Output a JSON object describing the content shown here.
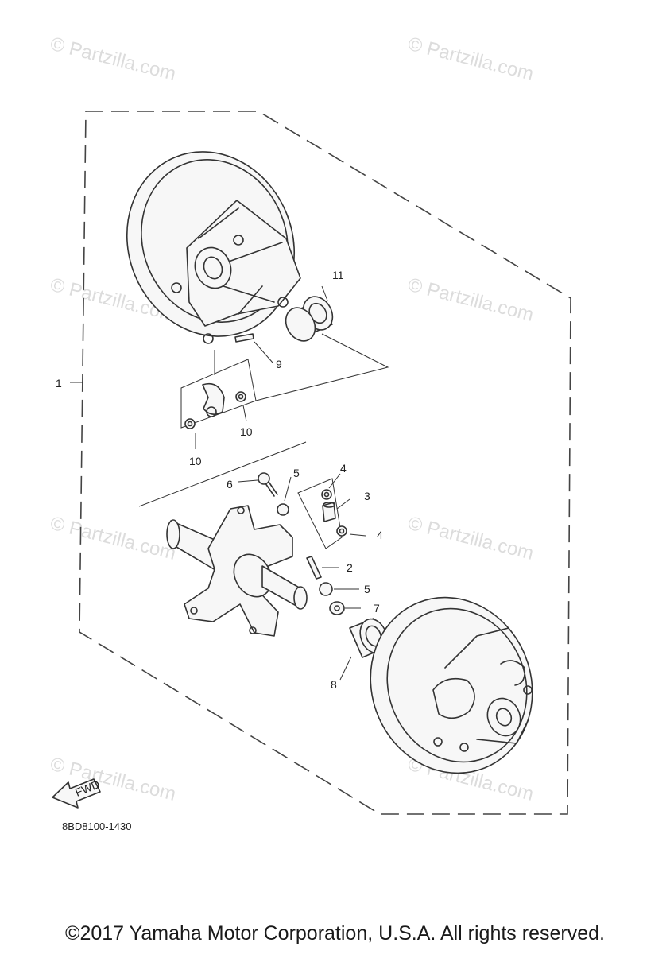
{
  "diagram": {
    "code": "8BD8100-1430",
    "fwd_label": "FWD",
    "copyright": "©2017 Yamaha Motor Corporation, U.S.A. All rights reserved.",
    "watermark": "© Partzilla.com",
    "callouts": {
      "c1": "1",
      "c2": "2",
      "c3": "3",
      "c4a": "4",
      "c4b": "4",
      "c5a": "5",
      "c5b": "5",
      "c6": "6",
      "c7": "7",
      "c8": "8",
      "c9": "9",
      "c10a": "10",
      "c10b": "10",
      "c11": "11"
    }
  }
}
